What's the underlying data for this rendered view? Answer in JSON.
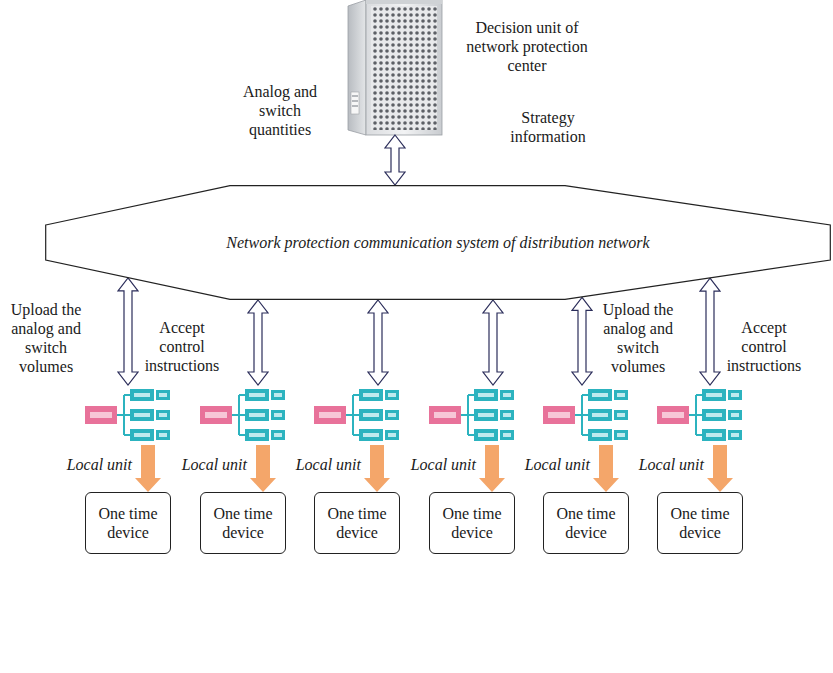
{
  "diagram": {
    "nodes": [
      {
        "text": [
          "Decision unit of network protection center"
        ]
      },
      {
        "text": [
          "Network protection communication system of distribution network"
        ]
      },
      {
        "text": [
          "Local unit"
        ]
      },
      {
        "text": [
          "Local unit"
        ]
      },
      {
        "text": [
          "Local unit"
        ]
      },
      {
        "text": [
          "Local unit"
        ]
      },
      {
        "text": [
          "Local unit"
        ]
      },
      {
        "text": [
          "Local unit"
        ]
      },
      {
        "text": [
          "One time device"
        ]
      },
      {
        "text": [
          "One time device"
        ]
      },
      {
        "text": [
          "One time device"
        ]
      },
      {
        "text": [
          "One time device"
        ]
      },
      {
        "text": [
          "One time device"
        ]
      },
      {
        "text": [
          "One time device"
        ]
      }
    ],
    "edges": [
      {
        "from": 0,
        "to": 1,
        "arrow": "both"
      },
      {
        "from": 1,
        "to": 2,
        "arrow": "both"
      },
      {
        "from": 1,
        "to": 3,
        "arrow": "both"
      },
      {
        "from": 1,
        "to": 4,
        "arrow": "both"
      },
      {
        "from": 1,
        "to": 5,
        "arrow": "both"
      },
      {
        "from": 1,
        "to": 6,
        "arrow": "both"
      },
      {
        "from": 1,
        "to": 7,
        "arrow": "both"
      },
      {
        "from": 2,
        "to": 8,
        "arrow": "to"
      },
      {
        "from": 3,
        "to": 9,
        "arrow": "to"
      },
      {
        "from": 4,
        "to": 10,
        "arrow": "to"
      },
      {
        "from": 5,
        "to": 11,
        "arrow": "to"
      },
      {
        "from": 6,
        "to": 12,
        "arrow": "to"
      },
      {
        "from": 7,
        "to": 13,
        "arrow": "to"
      }
    ],
    "labels": [
      "Analog and switch quantities",
      "Strategy information",
      "Upload the analog and switch volumes",
      "Accept control instructions",
      "Upload the analog and switch volumes",
      "Accept control instructions"
    ]
  }
}
